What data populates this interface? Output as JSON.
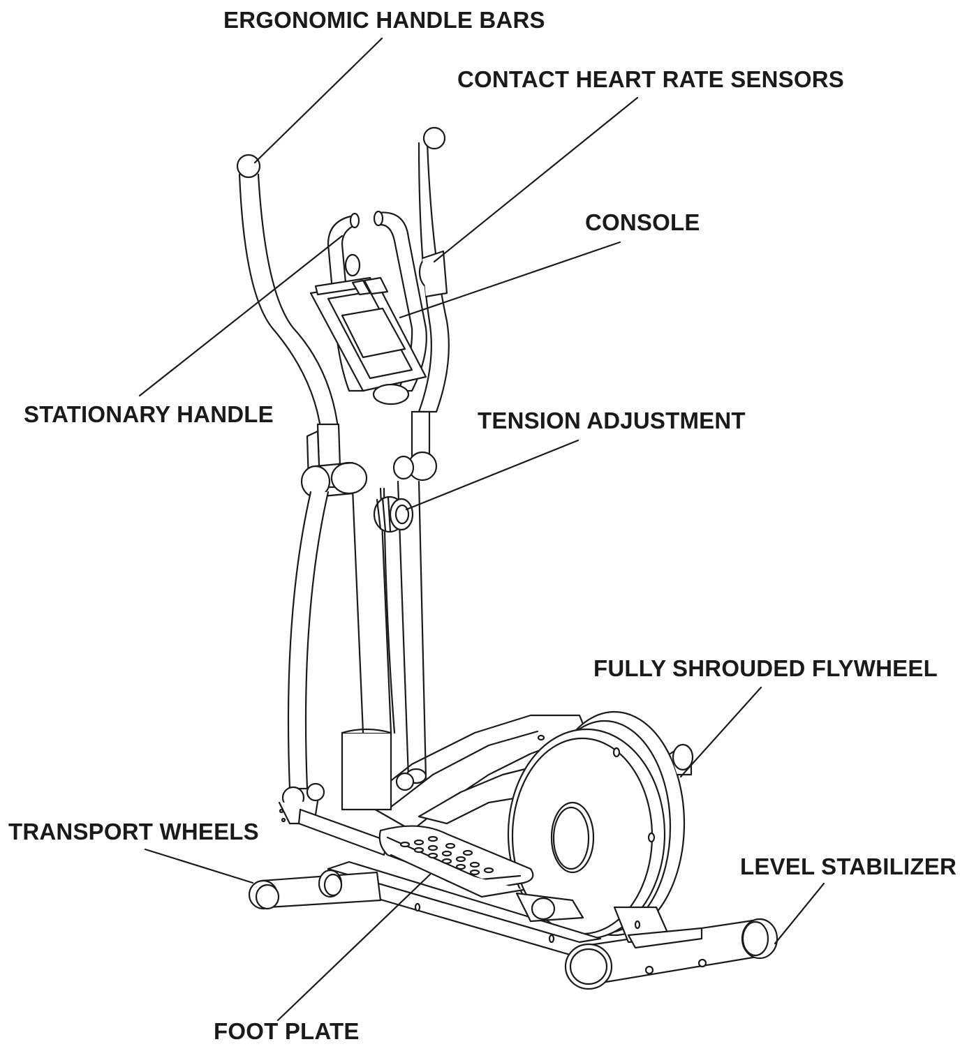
{
  "labels": {
    "ergonomic_handle_bars": "ERGONOMIC HANDLE BARS",
    "contact_heart_rate_sensors": "CONTACT HEART RATE SENSORS",
    "console": "CONSOLE",
    "stationary_handle": "STATIONARY HANDLE",
    "tension_adjustment": "TENSION ADJUSTMENT",
    "fully_shrouded_flywheel": "FULLY SHROUDED FLYWHEEL",
    "transport_wheels": "TRANSPORT WHEELS",
    "level_stabilizer": "LEVEL STABILIZER",
    "foot_plate": "FOOT PLATE"
  },
  "colors": {
    "line": "#1a1a1a",
    "fill": "#ffffff"
  }
}
